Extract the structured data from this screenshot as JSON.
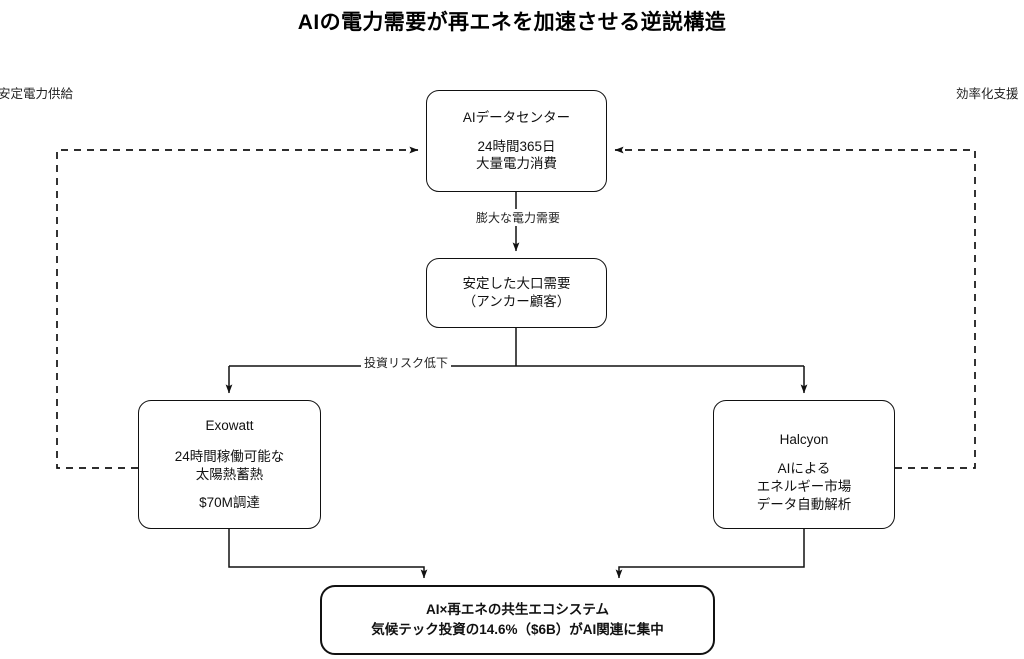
{
  "title": "AIの電力需要が再エネを加速させる逆説構造",
  "side_labels": {
    "left": "安定電力供給",
    "right": "効率化支援"
  },
  "nodes": {
    "datacenter": {
      "head": "AIデータセンター",
      "line1": "24時間365日",
      "line2": "大量電力消費"
    },
    "anchor": {
      "line1": "安定した大口需要",
      "line2": "（アンカー顧客）"
    },
    "exowatt": {
      "head": "Exowatt",
      "line1": "24時間稼働可能な",
      "line2": "太陽熱蓄熱",
      "line3": "$70M調達"
    },
    "halcyon": {
      "head": "Halcyon",
      "line1": "AIによる",
      "line2": "エネルギー市場",
      "line3": "データ自動解析"
    },
    "outcome": {
      "line1": "AI×再エネの共生エコシステム",
      "line2": "気候テック投資の14.6%（$6B）がAI関連に集中"
    }
  },
  "edge_labels": {
    "demand": "膨大な電力需要",
    "risk": "投資リスク低下"
  },
  "colors": {
    "stroke": "#111111",
    "background": "#ffffff",
    "text": "#111111"
  }
}
